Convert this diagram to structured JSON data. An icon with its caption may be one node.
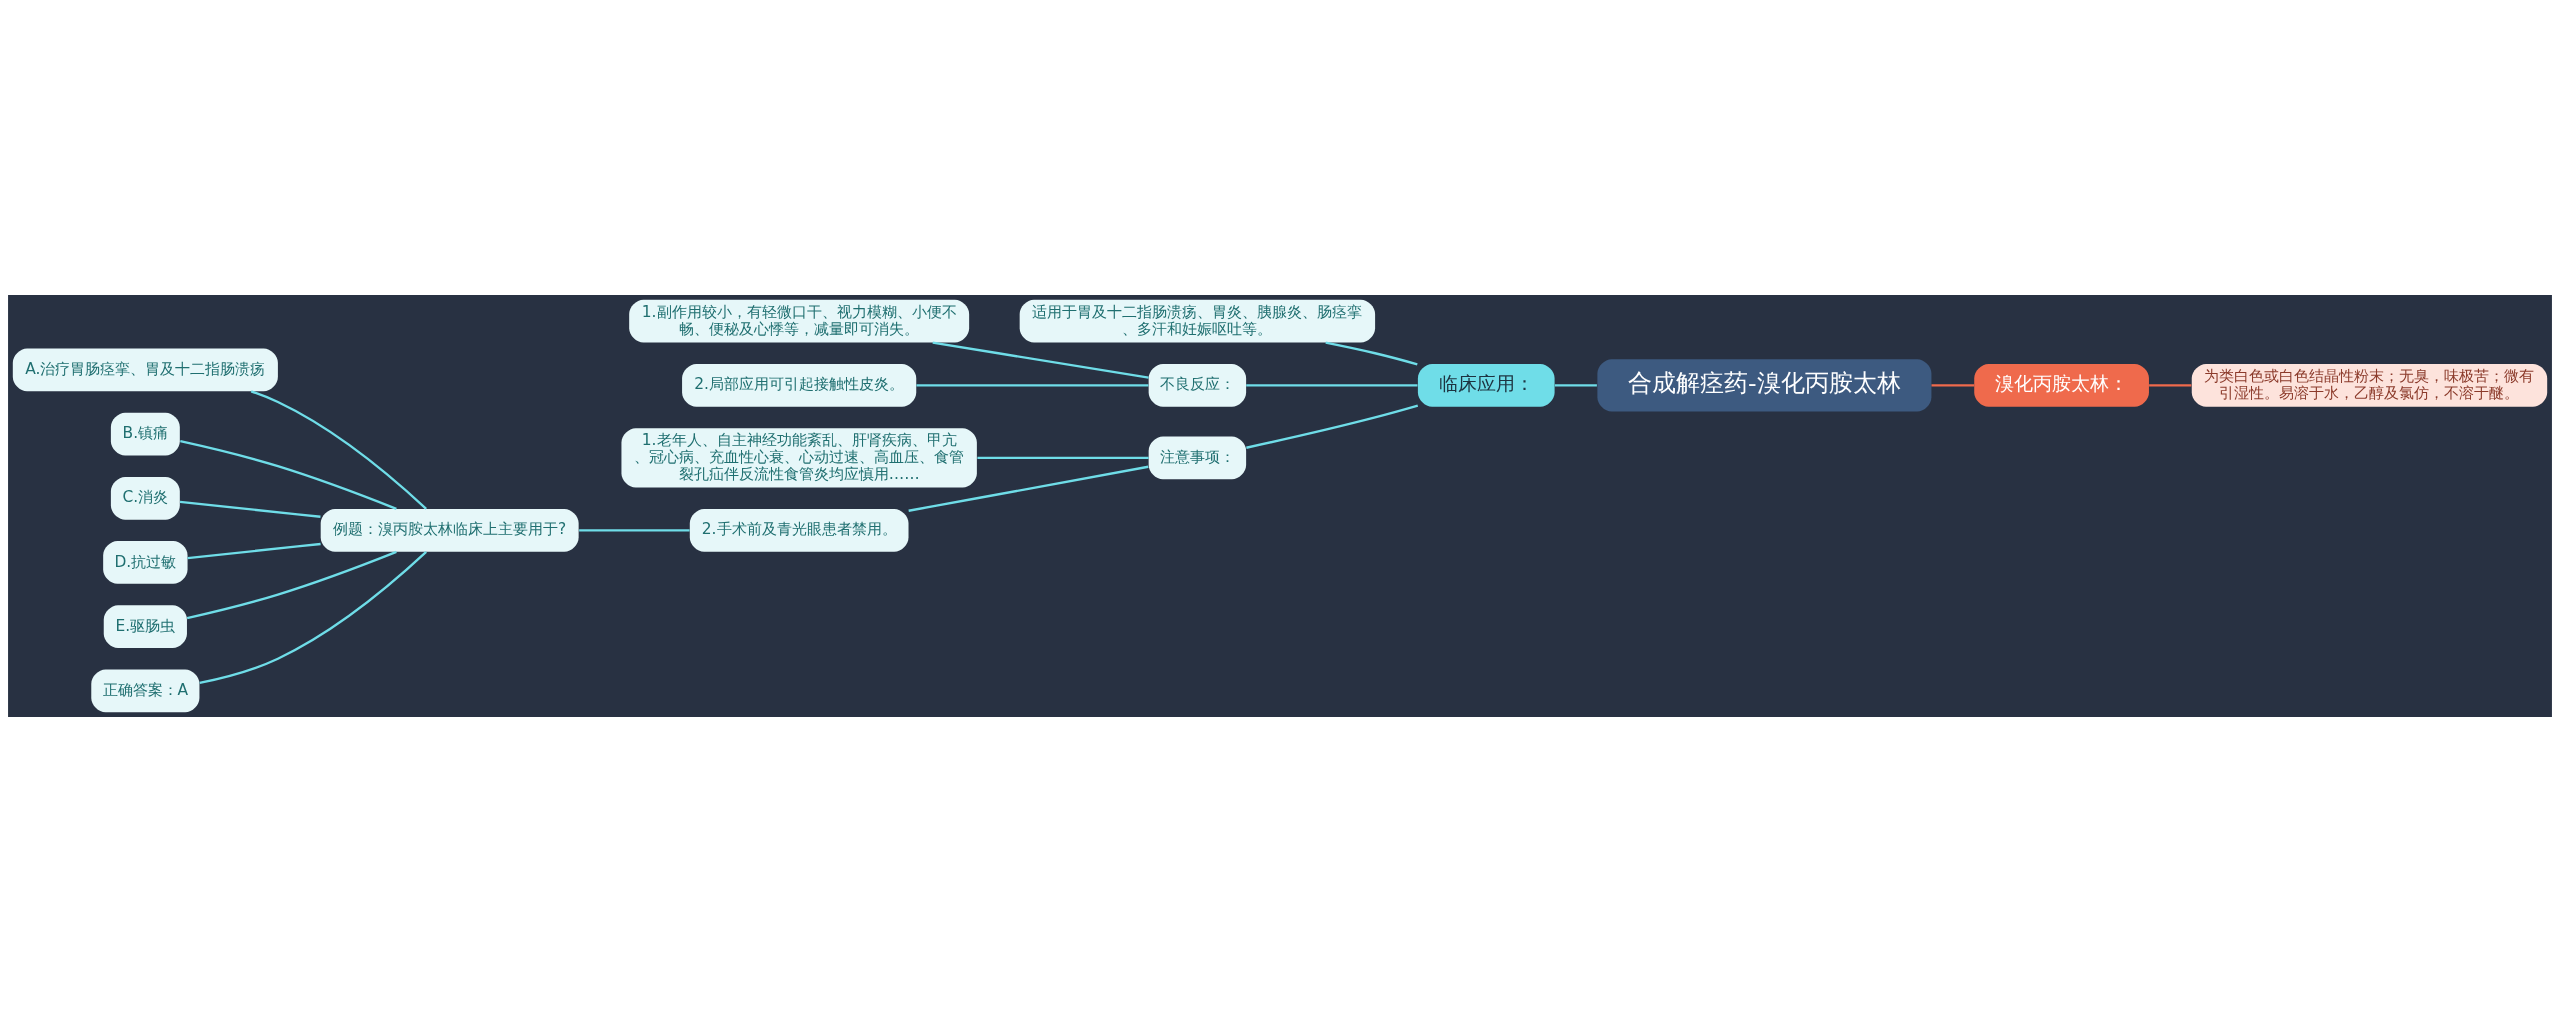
{
  "diagram": {
    "nodes": [
      {
        "text": [
          "合成解痉药-溴化丙胺太林"
        ]
      },
      {
        "text": [
          "临床应用："
        ]
      },
      {
        "text": [
          "适用于胃及十二指肠溃疡、胃炎、胰腺炎、肠痉挛、多汗和妊娠呕吐等。"
        ]
      },
      {
        "text": [
          "不良反应："
        ]
      },
      {
        "text": [
          "1.副作用较小，有轻微口干、视力模糊、小便不畅、便秘及心悸等，减量即可消失。"
        ]
      },
      {
        "text": [
          "2.局部应用可引起接触性皮炎。"
        ]
      },
      {
        "text": [
          "注意事项："
        ]
      },
      {
        "text": [
          "1.老年人、自主神经功能紊乱、肝肾疾病、甲亢、冠心病、充血性心衰、心动过速、高血压、食管裂孔疝伴反流性食管炎均应慎用……"
        ]
      },
      {
        "text": [
          "2.手术前及青光眼患者禁用。"
        ]
      },
      {
        "text": [
          "例题：溴丙胺太林临床上主要用于?"
        ]
      },
      {
        "text": [
          "A.治疗胃肠痉挛、胃及十二指肠溃疡"
        ]
      },
      {
        "text": [
          "B.镇痛"
        ]
      },
      {
        "text": [
          "C.消炎"
        ]
      },
      {
        "text": [
          "D.抗过敏"
        ]
      },
      {
        "text": [
          "E.驱肠虫"
        ]
      },
      {
        "text": [
          "正确答案：A"
        ]
      },
      {
        "text": [
          "溴化丙胺太林："
        ]
      },
      {
        "text": [
          "为类白色或白色结晶性粉末；无臭，味极苦；微有引湿性。易溶于水，乙醇及氯仿，不溶于醚。"
        ]
      }
    ],
    "edges": [
      {
        "from": 0,
        "to": 1,
        "arrow": "none"
      },
      {
        "from": 1,
        "to": 2,
        "arrow": "none"
      },
      {
        "from": 1,
        "to": 3,
        "arrow": "none"
      },
      {
        "from": 3,
        "to": 4,
        "arrow": "none"
      },
      {
        "from": 3,
        "to": 5,
        "arrow": "none"
      },
      {
        "from": 1,
        "to": 6,
        "arrow": "none"
      },
      {
        "from": 6,
        "to": 7,
        "arrow": "none"
      },
      {
        "from": 6,
        "to": 8,
        "arrow": "none"
      },
      {
        "from": 8,
        "to": 9,
        "arrow": "none"
      },
      {
        "from": 9,
        "to": 10,
        "arrow": "none"
      },
      {
        "from": 9,
        "to": 11,
        "arrow": "none"
      },
      {
        "from": 9,
        "to": 12,
        "arrow": "none"
      },
      {
        "from": 9,
        "to": 13,
        "arrow": "none"
      },
      {
        "from": 9,
        "to": 14,
        "arrow": "none"
      },
      {
        "from": 9,
        "to": 15,
        "arrow": "none"
      },
      {
        "from": 0,
        "to": 16,
        "arrow": "none",
        "color": "#ef6a4c"
      },
      {
        "from": 16,
        "to": 17,
        "arrow": "none",
        "color": "#ef6a4c"
      }
    ]
  }
}
